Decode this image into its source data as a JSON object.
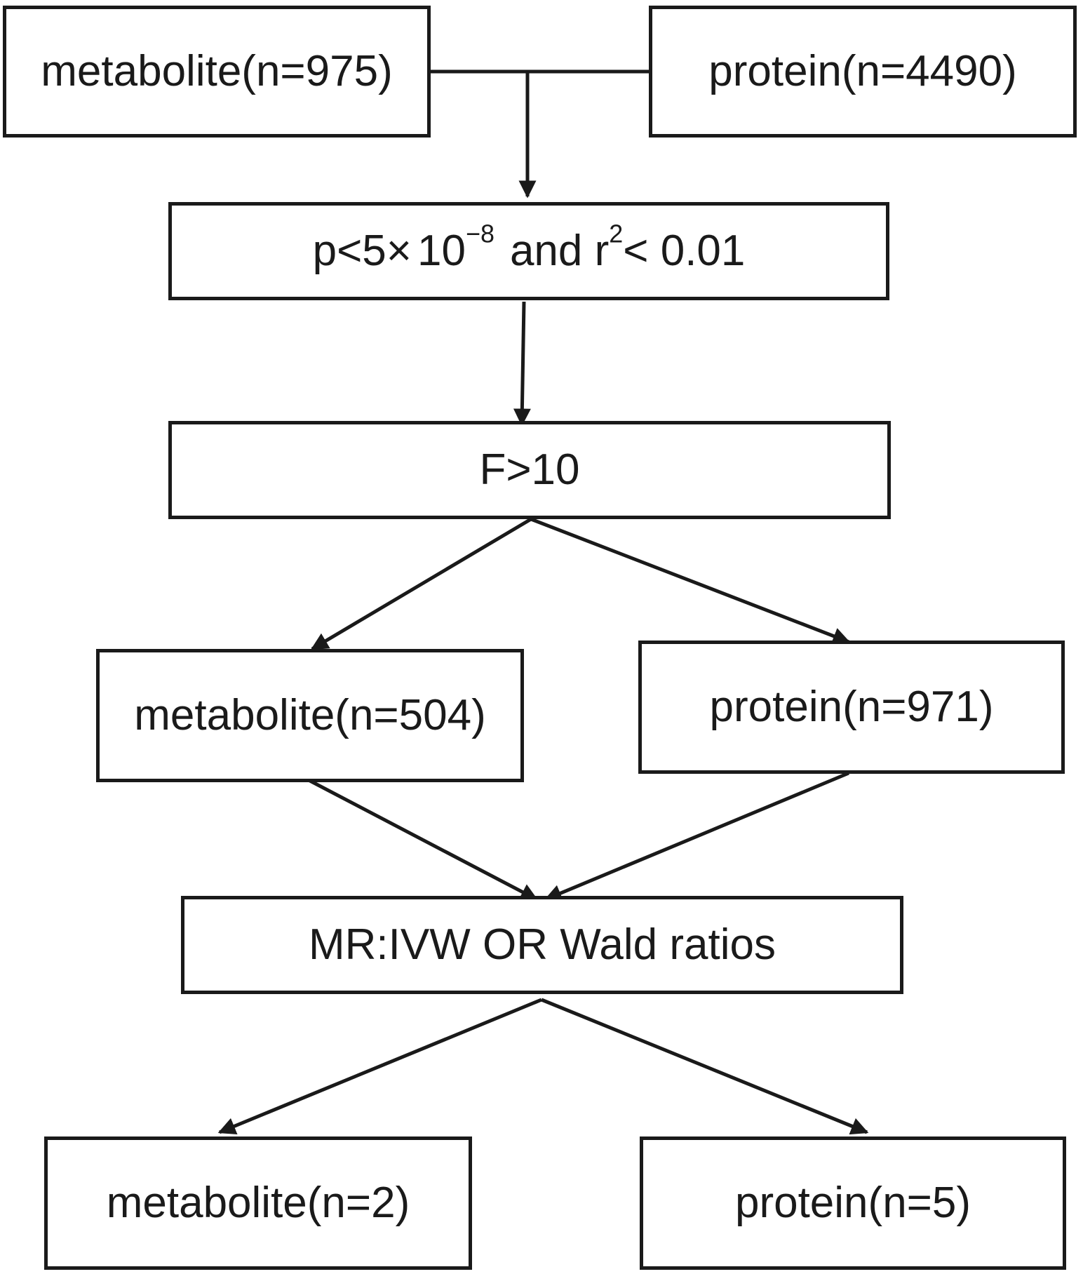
{
  "nodes": {
    "metabolite_975": "metabolite(n=975)",
    "protein_4490": "protein(n=4490)",
    "filter": {
      "p_prefix": "p<5",
      "times": "×",
      "base": "10",
      "exponent": "−8",
      "and_r": "and r",
      "r_exp": "2",
      "lt_value": "< 0.01"
    },
    "f_filter": "F>10",
    "metabolite_504": "metabolite(n=504)",
    "protein_971": "protein(n=971)",
    "method": "MR:IVW OR Wald ratios",
    "metabolite_2": "metabolite(n=2)",
    "protein_5": "protein(n=5)"
  },
  "colors": {
    "stroke": "#1a1a1a",
    "background": "#ffffff"
  }
}
